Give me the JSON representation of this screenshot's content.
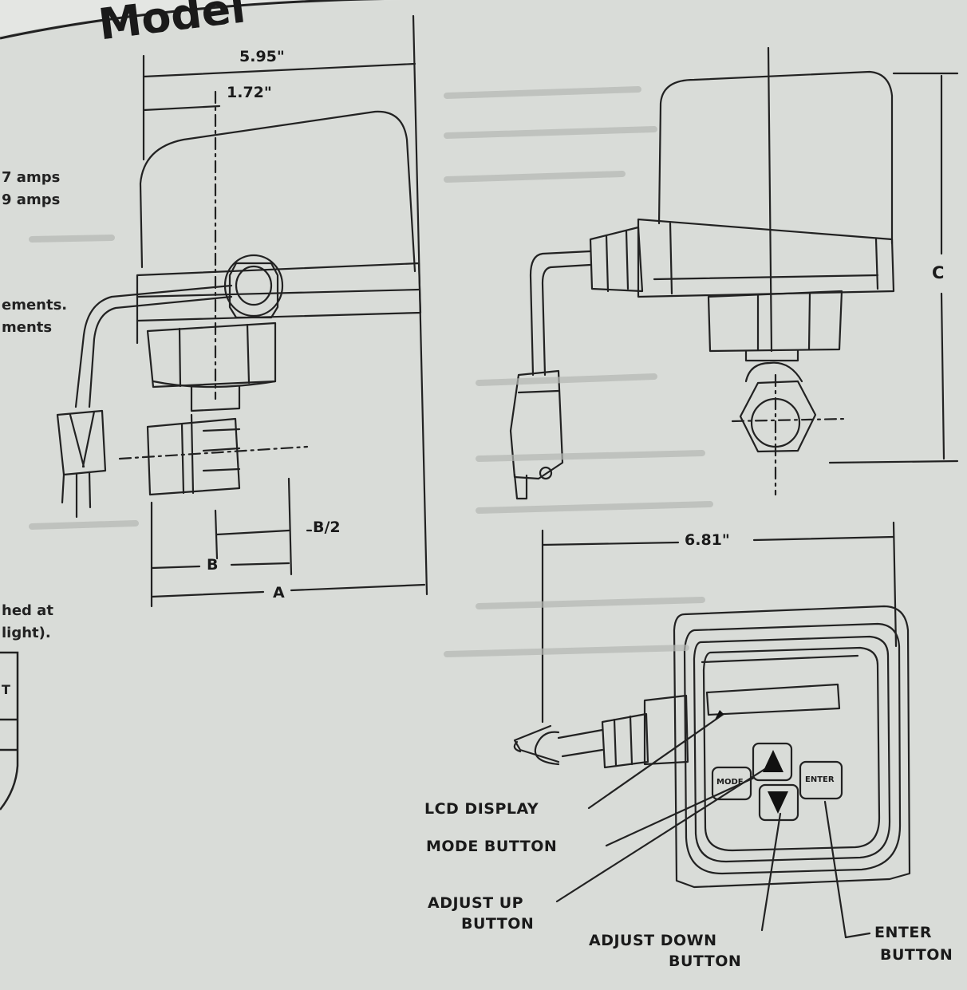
{
  "document": {
    "title_fragment": "Model",
    "side_notes": {
      "amps_1": "7 amps",
      "amps_2": "9 amps",
      "ements_1": "ements.",
      "ements_2": "ments",
      "hed_at": "hed at",
      "light": "light).",
      "table_cell": "T"
    }
  },
  "dimensions": {
    "overall_width": "5.95\"",
    "shaft_offset": "1.72\"",
    "half_b": "B/2",
    "b": "B",
    "a": "A",
    "height_c": "C",
    "controller_width": "6.81\""
  },
  "controller": {
    "mode_key": "MODE",
    "enter_key": "ENTER"
  },
  "callouts": {
    "lcd_display": "LCD DISPLAY",
    "mode_button": "MODE BUTTON",
    "adjust_up_1": "ADJUST UP",
    "adjust_up_2": "BUTTON",
    "adjust_down_1": "ADJUST DOWN",
    "adjust_down_2": "BUTTON",
    "enter_1": "ENTER",
    "enter_2": "BUTTON"
  },
  "colors": {
    "ink": "#1a1a1a",
    "paper": "#d9dcd8"
  }
}
